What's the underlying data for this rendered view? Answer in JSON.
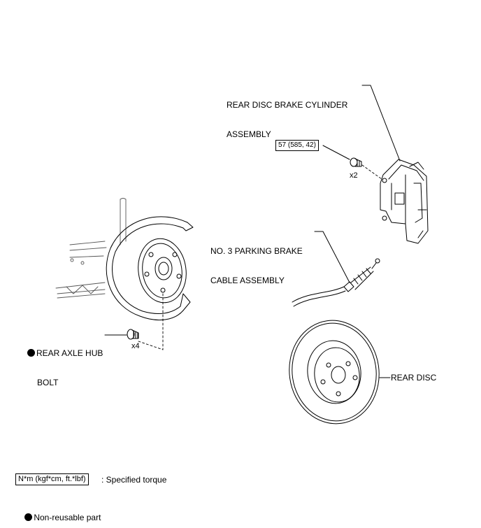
{
  "labels": {
    "cylinder_line1": "REAR DISC BRAKE CYLINDER",
    "cylinder_line2": "ASSEMBLY",
    "cylinder_torque": "57 (585, 42)",
    "cylinder_qty": "x2",
    "cable_line1": "NO. 3 PARKING BRAKE",
    "cable_line2": "CABLE ASSEMBLY",
    "hub_bolt_line1": "REAR AXLE HUB",
    "hub_bolt_line2": "BOLT",
    "hub_bolt_qty": "x4",
    "disc": "REAR DISC"
  },
  "legend": {
    "torque_box": "N*m (kgf*cm, ft.*lbf)",
    "torque_desc": ": Specified torque",
    "nonreusable_desc": "Non-reusable part"
  }
}
